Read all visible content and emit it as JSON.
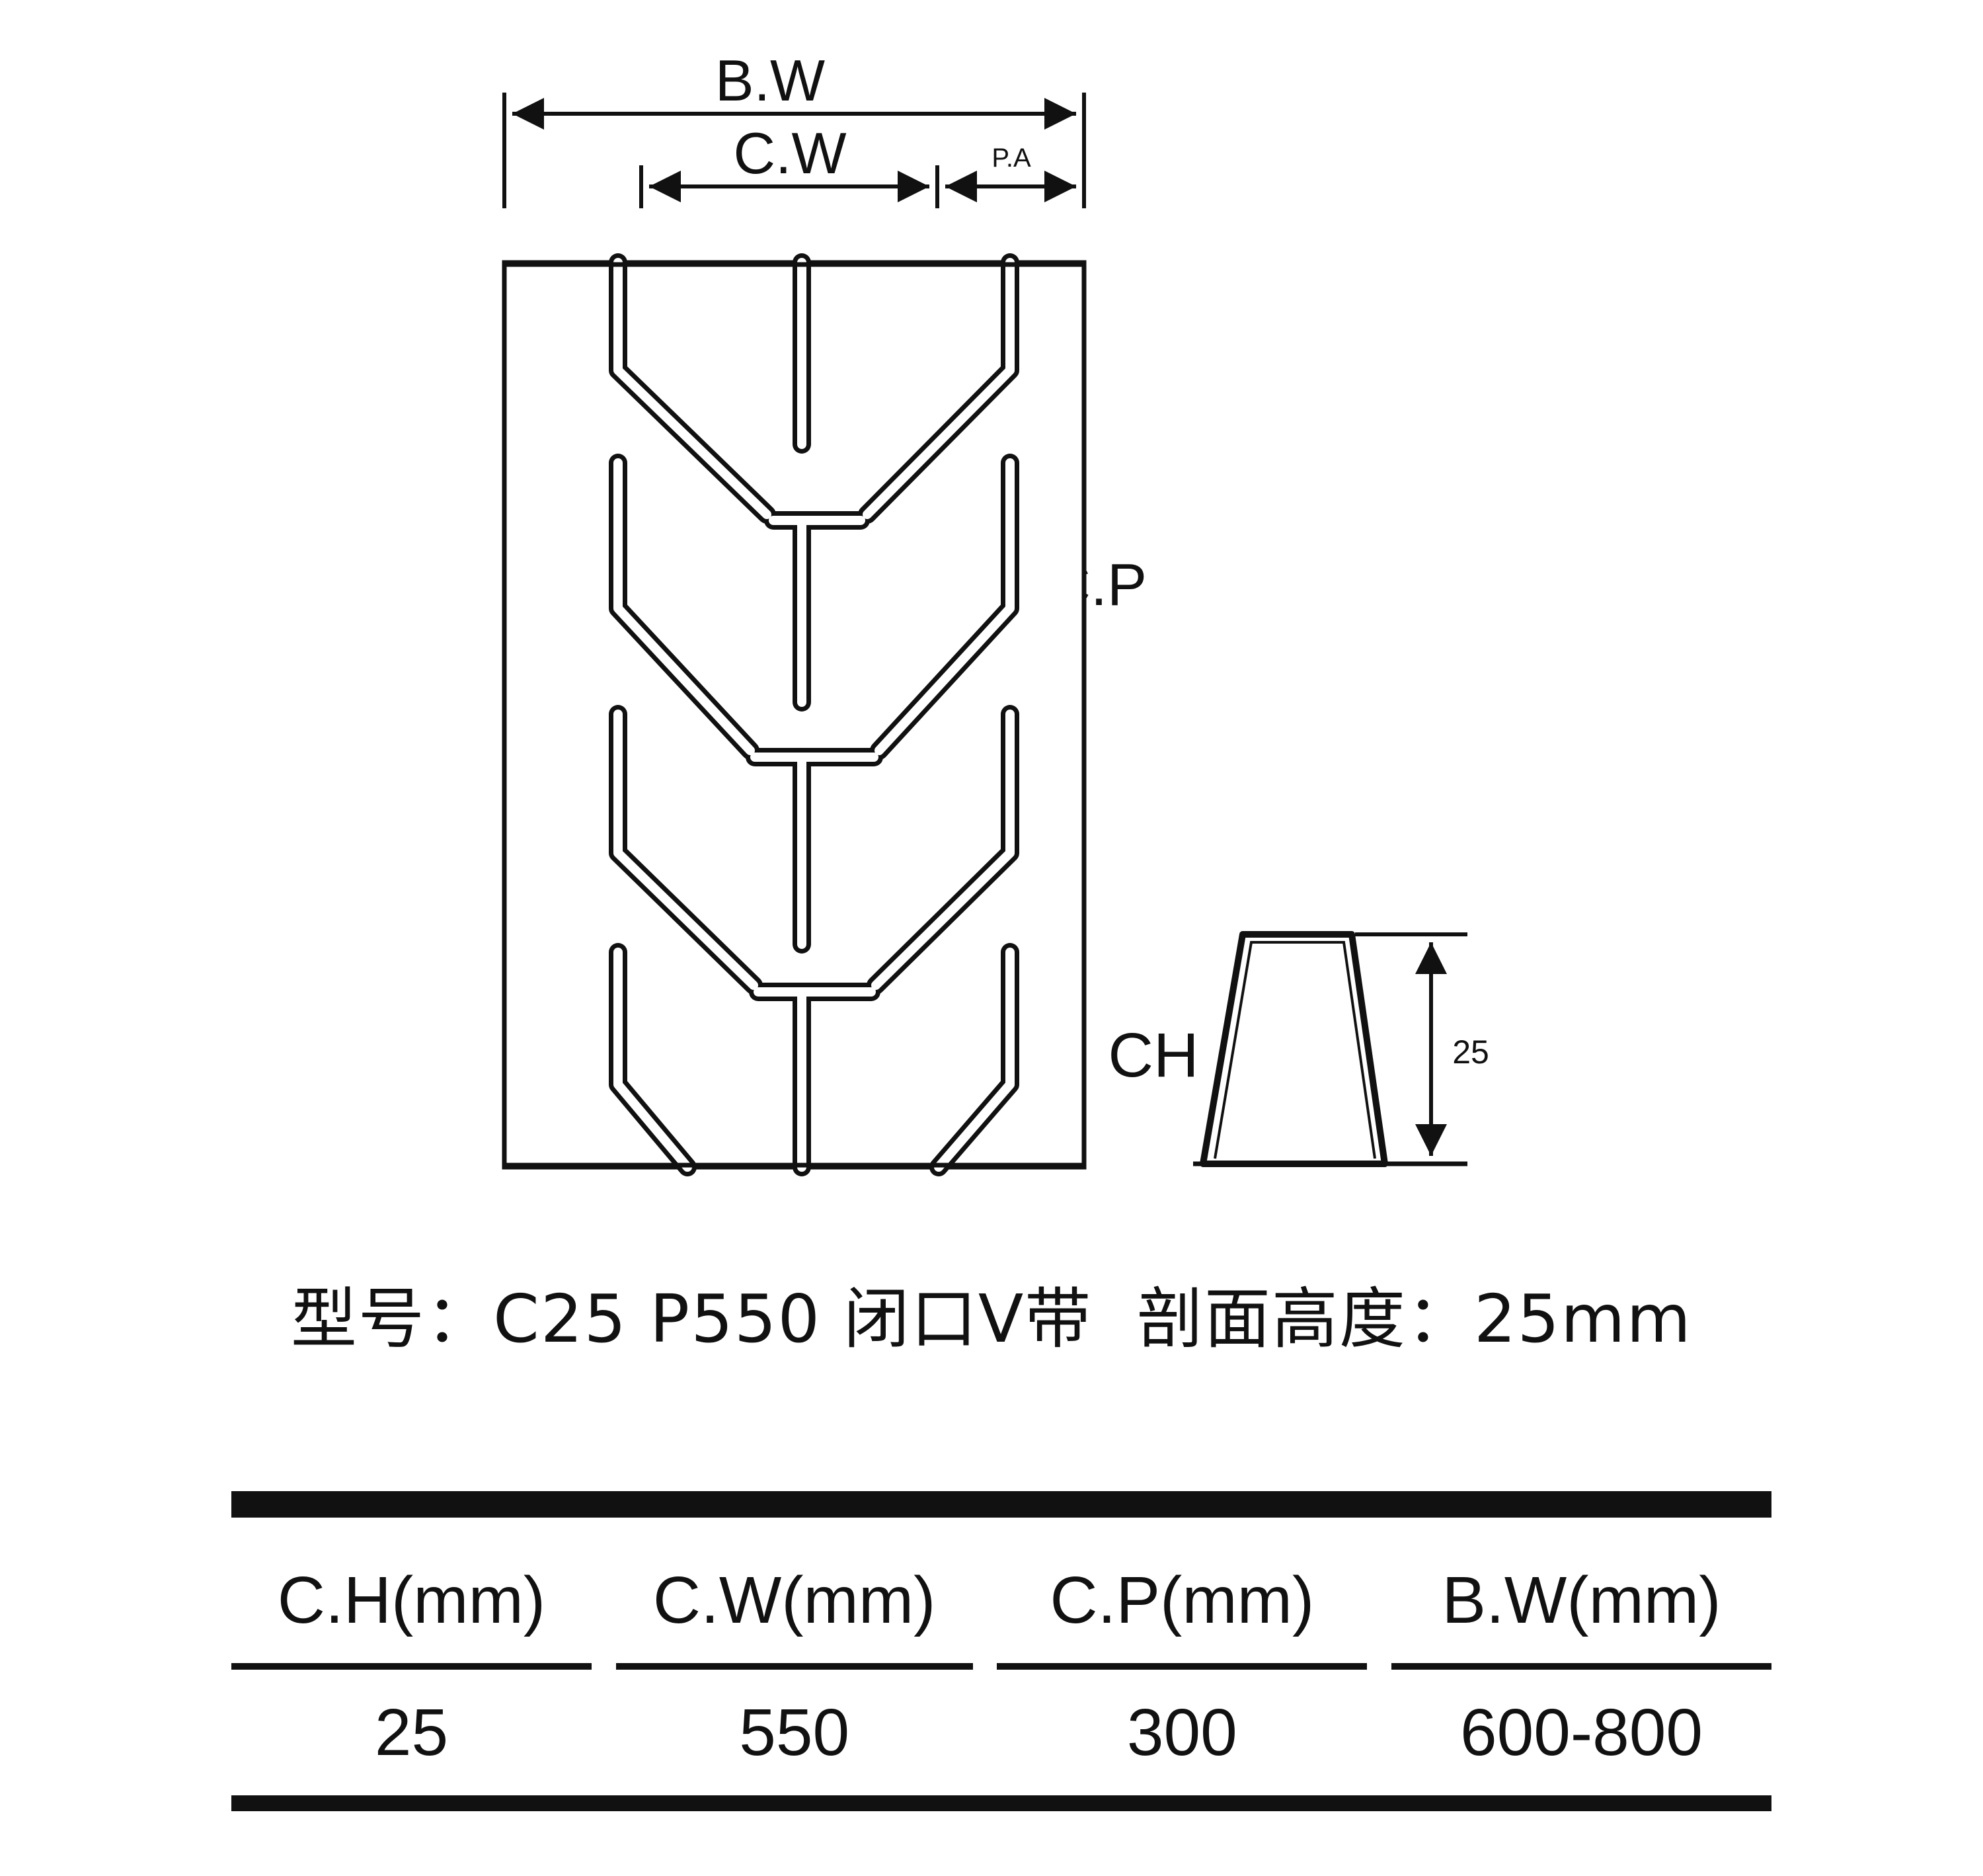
{
  "diagram": {
    "label_bw": "B.W",
    "label_cw": "C.W",
    "label_pa": "P.A",
    "label_cp": "C.P",
    "label_ch": "CH",
    "label_height_value": "25"
  },
  "caption": {
    "model_label": "型号：",
    "model_value": "C25 P550 闭口V带",
    "profile_label": "剖面高度：",
    "profile_value": "25mm"
  },
  "table": {
    "headers": [
      "C.H(mm)",
      "C.W(mm)",
      "C.P(mm)",
      "B.W(mm)"
    ],
    "rows": [
      [
        "25",
        "550",
        "300",
        "600-800"
      ]
    ]
  }
}
